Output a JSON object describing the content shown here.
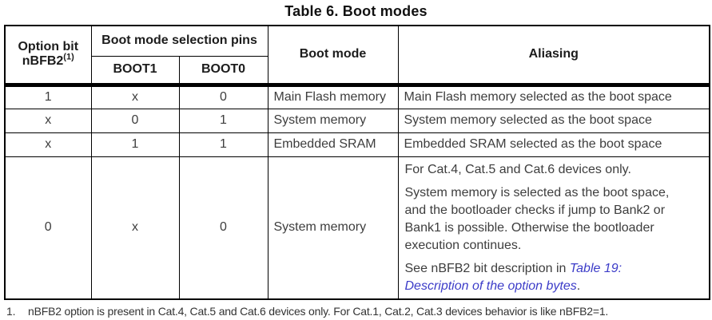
{
  "title": "Table 6. Boot modes",
  "table": {
    "header": {
      "option_bit_line1": "Option bit",
      "option_bit_line2": "nBFB2",
      "option_bit_sup": "(1)",
      "selection_pins": "Boot mode selection pins",
      "boot1": "BOOT1",
      "boot0": "BOOT0",
      "boot_mode": "Boot mode",
      "aliasing": "Aliasing"
    },
    "rows": [
      {
        "nbfb2": "1",
        "boot1": "x",
        "boot0": "0",
        "boot_mode": "Main Flash memory",
        "aliasing": "Main Flash memory selected as the boot space"
      },
      {
        "nbfb2": "x",
        "boot1": "0",
        "boot0": "1",
        "boot_mode": "System memory",
        "aliasing": "System memory selected as the boot space"
      },
      {
        "nbfb2": "x",
        "boot1": "1",
        "boot0": "1",
        "boot_mode": "Embedded SRAM",
        "aliasing": "Embedded SRAM selected as the boot space"
      },
      {
        "nbfb2": "0",
        "boot1": "x",
        "boot0": "0",
        "boot_mode": "System memory",
        "aliasing": {
          "p1": "For Cat.4, Cat.5 and Cat.6 devices only.",
          "p2": "System memory is selected as the boot space, and the bootloader checks if jump to Bank2 or Bank1 is possible. Otherwise the bootloader execution continues.",
          "p3_prefix": "See nBFB2 bit description in ",
          "p3_link": "Table 19: Description of the option bytes",
          "p3_suffix": "."
        }
      }
    ]
  },
  "footnote": {
    "marker": "1.",
    "text": "nBFB2 option is present in Cat.4, Cat.5 and Cat.6 devices only. For Cat.1, Cat.2, Cat.3 devices behavior is like nBFB2=1."
  },
  "colors": {
    "link": "#3c3cc8",
    "border": "#000000",
    "body_text": "#3d3d3d",
    "header_text": "#1c1c1c"
  }
}
